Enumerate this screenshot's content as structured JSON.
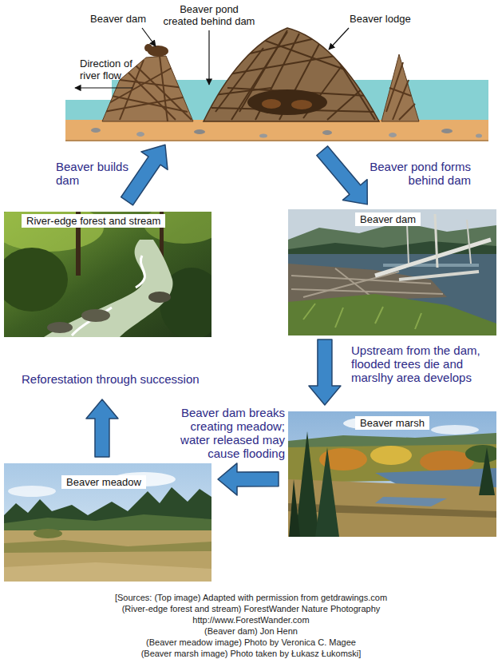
{
  "diagram": {
    "nodes": [
      {
        "text": [
          "Beaver dam",
          "Beaver pond created behind dam",
          "Beaver lodge",
          "Direction of river flow"
        ]
      },
      {
        "text": [
          "River-edge forest and stream"
        ]
      },
      {
        "text": [
          "Beaver dam"
        ]
      },
      {
        "text": [
          "Beaver marsh"
        ]
      },
      {
        "text": [
          "Beaver meadow"
        ]
      }
    ],
    "edges": [
      {
        "from": 1,
        "to": 0,
        "arrow": "to",
        "label": "Beaver builds dam"
      },
      {
        "from": 0,
        "to": 2,
        "arrow": "to",
        "label": "Beaver pond forms behind dam"
      },
      {
        "from": 2,
        "to": 3,
        "arrow": "to",
        "label": "Upstream from the dam, flooded trees die and marslhy area develops"
      },
      {
        "from": 3,
        "to": 4,
        "arrow": "to",
        "label": "Beaver dam breaks creating meadow; water released may cause flooding"
      },
      {
        "from": 4,
        "to": 1,
        "arrow": "to",
        "label": "Reforestation through succession"
      }
    ],
    "labels": [
      "[Sources: (Top image) Adapted with permission from getdrawings.com",
      "(River-edge forest and stream) ForestWander Nature Photography",
      "http://www.ForestWander.com",
      "(Beaver dam) Jon Henn",
      "(Beaver meadow image) Photo by Veronica C. Magee",
      "(Beaver marsh image) Photo taken by Łukasz Łukomski]"
    ]
  }
}
